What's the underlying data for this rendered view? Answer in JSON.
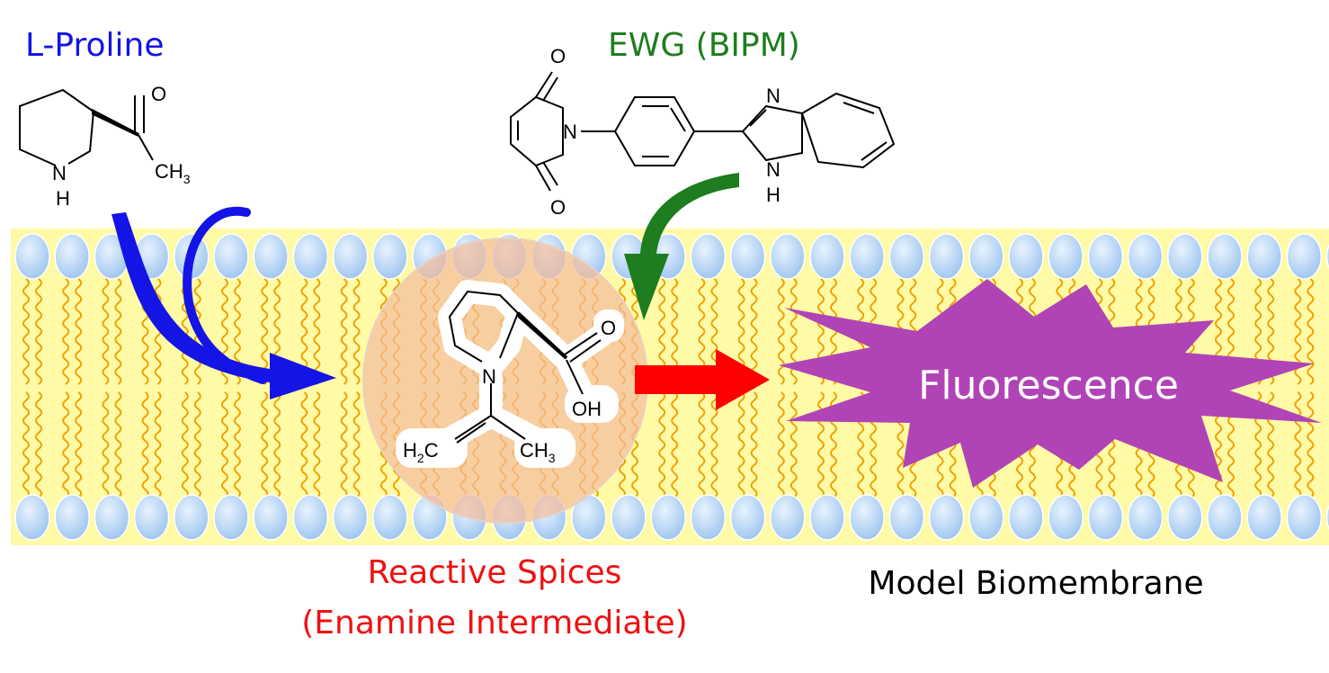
{
  "labels": {
    "proline_title": "L-Proline",
    "ewg_title": "EWG (BIPM)",
    "reactive_line1": "Reactive Spices",
    "reactive_line2": "(Enamine Intermediate)",
    "membrane": "Model Biomembrane",
    "fluorescence": "Fluorescence"
  },
  "proline_atoms": {
    "o": "O",
    "n": "N",
    "h": "H",
    "ch": "CH",
    "sub3": "3"
  },
  "bipm_atoms": {
    "o_top": "O",
    "o_bottom": "O",
    "n_imide": "N",
    "n_top": "N",
    "n_bottom": "N",
    "h": "H"
  },
  "enamine_atoms": {
    "o": "O",
    "oh": "OH",
    "n": "N",
    "h": "H",
    "sub2": "2",
    "c": "C",
    "ch": "CH",
    "sub3": "3"
  },
  "colors": {
    "proline": "#1414e6",
    "ewg": "#1e7d1e",
    "reactive": "#ee1111",
    "membrane_text": "#000000",
    "fluorescence_fill": "#b044b6",
    "fluorescence_text": "#ffffff",
    "membrane_band": "#fffaa5",
    "lipid_head": "#a9cdf0",
    "lipid_tail": "#f0a000",
    "reaction_arrow": "#ff0000",
    "highlight_circle": "#f4bd9c"
  }
}
